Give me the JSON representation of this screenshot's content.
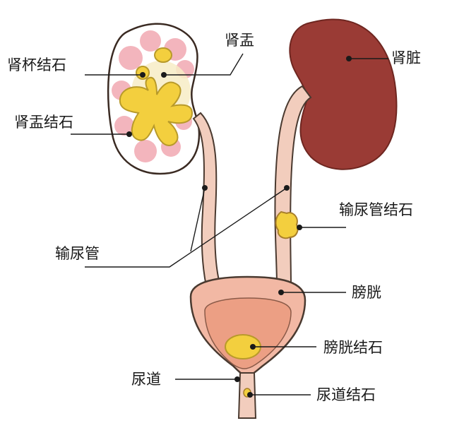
{
  "labels": {
    "calyx_stone": "肾杯结石",
    "renal_pelvis": "肾盂",
    "pelvis_stone": "肾盂结石",
    "kidney": "肾脏",
    "ureter": "输尿管",
    "ureter_stone": "输尿管结石",
    "bladder": "膀胱",
    "bladder_stone": "膀胱结石",
    "urethra": "尿道",
    "urethra_stone": "尿道结石"
  },
  "colors": {
    "kidney": "#9a3b35",
    "ureter": "#f2cdbd",
    "bladder_outer": "#f2b8a4",
    "bladder_inner": "#ec9f84",
    "stone": "#f3cf3e",
    "calyx_pink": "#f3b5bd"
  }
}
